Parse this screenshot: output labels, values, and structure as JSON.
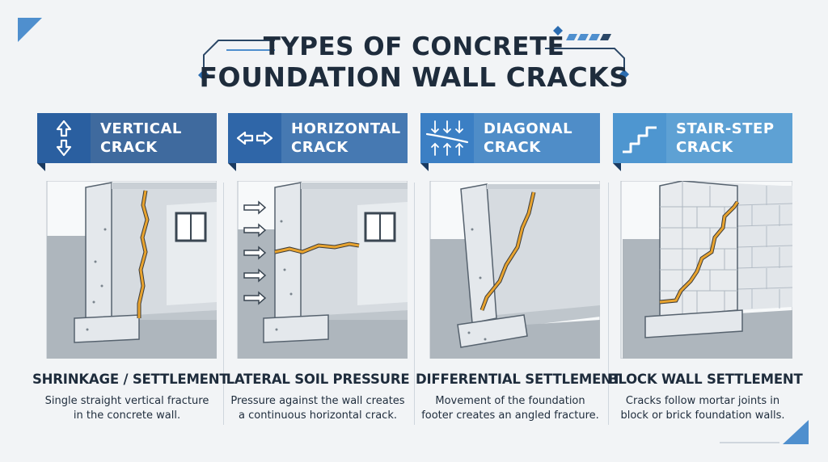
{
  "title": {
    "line1": "TYPES OF CONCRETE",
    "line2": "FOUNDATION WALL CRACKS"
  },
  "panels": [
    {
      "id": "vertical",
      "header_line1": "VERTICAL",
      "header_line2": "CRACK",
      "icon": "vertical-arrows-icon",
      "header_color": "#3f6a9e",
      "icon_color": "#2a5fa0",
      "cause": "SHRINKAGE / SETTLEMENT",
      "desc_line1": "Single straight vertical fracture",
      "desc_line2": "in the concrete wall."
    },
    {
      "id": "horizontal",
      "header_line1": "HORIZONTAL",
      "header_line2": "CRACK",
      "icon": "horizontal-arrows-icon",
      "header_color": "#4679b2",
      "icon_color": "#2f66a8",
      "cause": "LATERAL SOIL PRESSURE",
      "desc_line1": "Pressure against the wall creates",
      "desc_line2": "a continuous horizontal crack."
    },
    {
      "id": "diagonal",
      "header_line1": "DIAGONAL",
      "header_line2": "CRACK",
      "icon": "diagonal-pressure-icon",
      "header_color": "#4f8dc8",
      "icon_color": "#3b7fc4",
      "cause": "DIFFERENTIAL SETTLEMENT",
      "desc_line1": "Movement of the foundation",
      "desc_line2": "footer creates an angled fracture."
    },
    {
      "id": "stairstep",
      "header_line1": "STAIR-STEP",
      "header_line2": "CRACK",
      "icon": "stair-step-icon",
      "header_color": "#5ea1d4",
      "icon_color": "#4e96d0",
      "cause": "BLOCK WALL SETTLEMENT",
      "desc_line1": "Cracks follow mortar joints in",
      "desc_line2": "block or brick foundation walls."
    }
  ],
  "colors": {
    "title": "#1e2c3c",
    "crack": "#e8a32e",
    "concrete": "#e4e8ec",
    "soil": "#aeb6bd"
  }
}
